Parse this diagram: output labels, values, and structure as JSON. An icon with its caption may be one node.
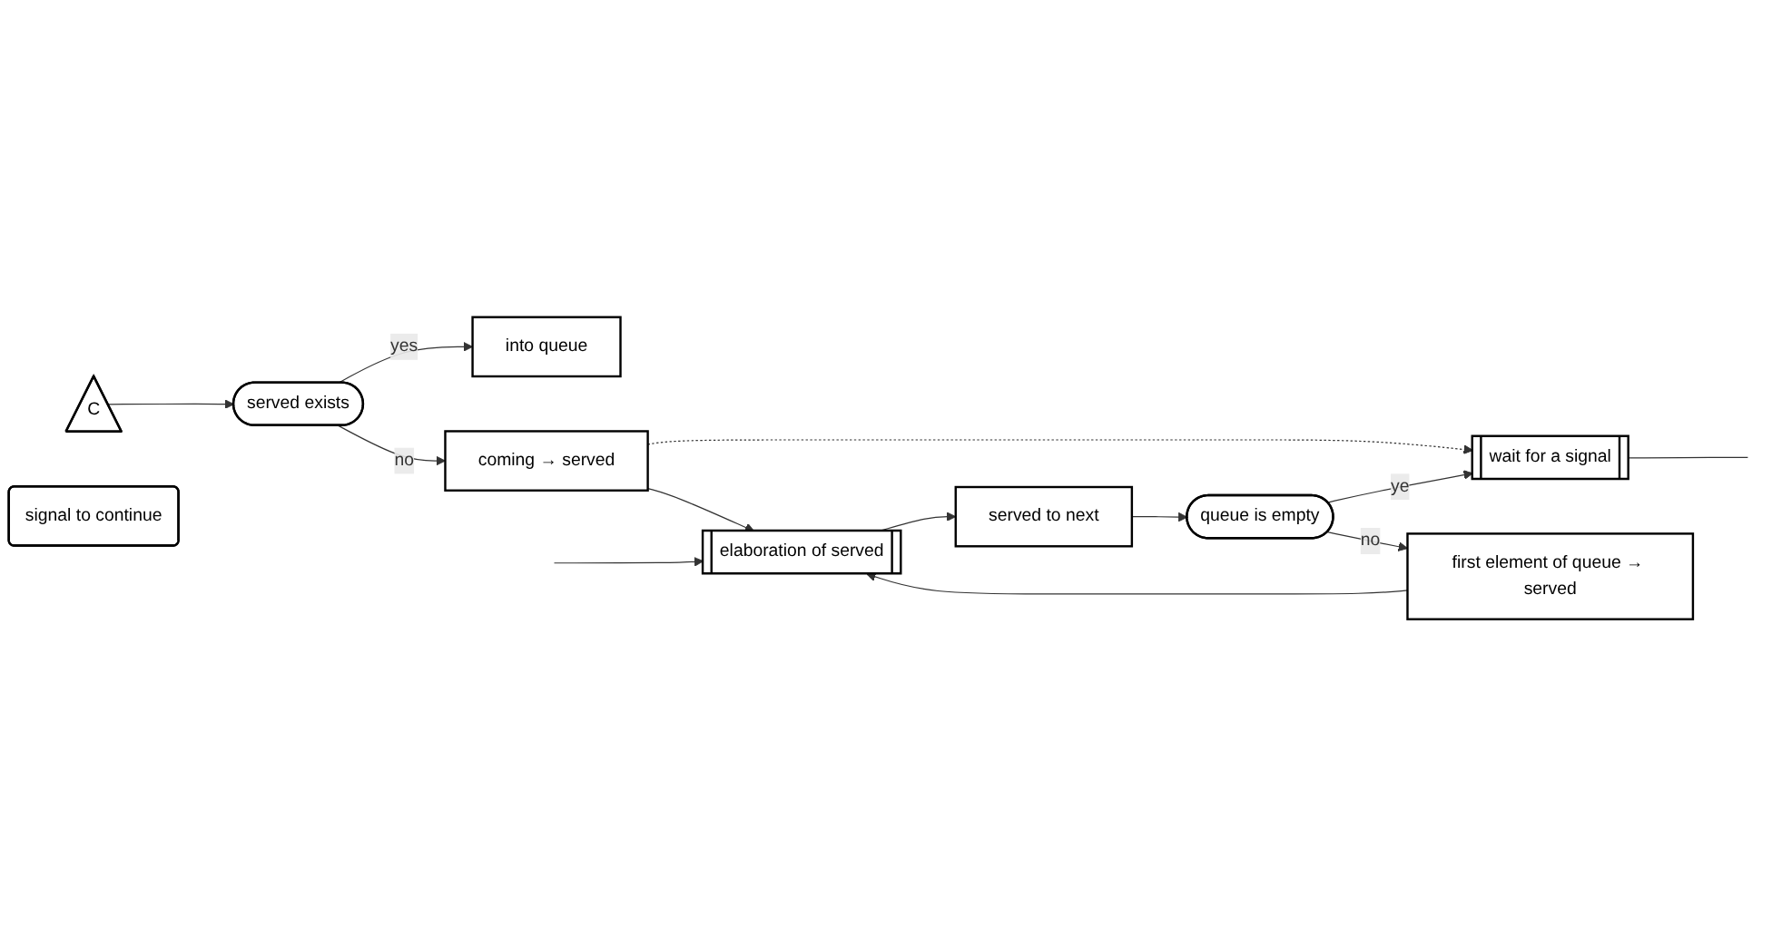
{
  "diagram": {
    "nodes": [
      {
        "text": [
          "C"
        ]
      },
      {
        "text": [
          "served exists"
        ]
      },
      {
        "text": [
          "into queue"
        ]
      },
      {
        "text": [
          "coming → served"
        ]
      },
      {
        "text": [
          "signal to continue"
        ]
      },
      {
        "text": [
          "elaboration of served"
        ]
      },
      {
        "text": [
          "served to next"
        ]
      },
      {
        "text": [
          "queue is empty"
        ]
      },
      {
        "text": [
          "wait for a signal"
        ]
      },
      {
        "text": [
          "first element of queue → served"
        ]
      }
    ],
    "edges": [
      {
        "from": 0,
        "to": 1,
        "arrow": "to"
      },
      {
        "from": 1,
        "to": 2,
        "arrow": "to",
        "label": "yes"
      },
      {
        "from": 1,
        "to": 3,
        "arrow": "to",
        "label": "no"
      },
      {
        "from": 3,
        "to": 8,
        "arrow": "to",
        "style": "dashed"
      },
      {
        "from": 3,
        "to": 5,
        "arrow": "to"
      },
      {
        "from": 5,
        "to": 6,
        "arrow": "to"
      },
      {
        "from": 6,
        "to": 7,
        "arrow": "to"
      },
      {
        "from": 7,
        "to": 8,
        "arrow": "to",
        "label": "ye"
      },
      {
        "from": 7,
        "to": 9,
        "arrow": "to",
        "label": "no"
      },
      {
        "from": 9,
        "to": 5,
        "arrow": "to"
      },
      {
        "from": 8,
        "to": null,
        "arrow": "none"
      },
      {
        "from": null,
        "to": 5,
        "arrow": "to"
      }
    ]
  }
}
